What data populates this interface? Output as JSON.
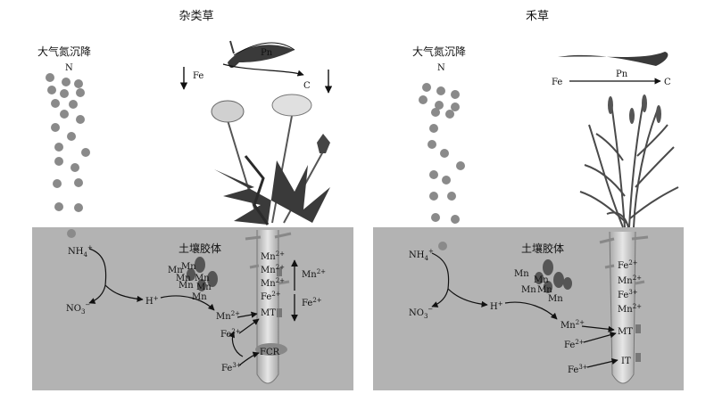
{
  "panels": [
    {
      "title": "杂类草",
      "deposition_label": "大气氮沉降",
      "nitrogen_symbol": "N",
      "colloid_label": "土壤胶体",
      "fe_leaf_label": "Fe",
      "pn_label": "Pn",
      "c_label": "C",
      "nh4": "NH",
      "nh4_sub": "4",
      "nh4_sup": "+",
      "no3": "NO",
      "no3_sub": "3",
      "no3_sup": "−",
      "h_plus": "H",
      "h_sup": "+",
      "mn_cluster": [
        "Mn",
        "Mn",
        "Mn",
        "Mn",
        "Mn",
        "Mn",
        "Mn"
      ],
      "mn2_label": "Mn",
      "fe2_label": "Fe",
      "fe3_label": "Fe",
      "sup_2plus": "2+",
      "sup_3plus": "3+",
      "mt_label": "MT",
      "fcr_label": "FCR",
      "root_ions": [
        "Mn",
        "Mn",
        "Mn",
        "Fe"
      ],
      "side_mn": "Mn",
      "side_fe": "Fe"
    },
    {
      "title": "禾草",
      "deposition_label": "大气氮沉降",
      "nitrogen_symbol": "N",
      "colloid_label": "土壤胶体",
      "fe_leaf_label": "Fe",
      "pn_label": "Pn",
      "c_label": "C",
      "nh4": "NH",
      "nh4_sub": "4",
      "nh4_sup": "+",
      "no3": "NO",
      "no3_sub": "3",
      "no3_sup": "−",
      "h_plus": "H",
      "h_sup": "+",
      "mn_cluster": [
        "Mn",
        "Mn",
        "Mn",
        "Mn",
        "Mn"
      ],
      "mn2_label": "Mn",
      "fe2_label": "Fe",
      "fe3_label": "Fe",
      "sup_2plus": "2+",
      "sup_3plus": "3+",
      "mt_label": "MT",
      "it_label": "IT",
      "root_ions": [
        "Fe",
        "Mn",
        "Fe",
        "Mn"
      ],
      "root_ion_sups": [
        "2+",
        "2+",
        "3+",
        "2+"
      ]
    }
  ],
  "colors": {
    "soil": "#b3b3b3",
    "dot": "#8a8a8a",
    "leaf": "#3a3a3a",
    "root": "#cfcfcf",
    "plant": "#4a4a4a"
  }
}
